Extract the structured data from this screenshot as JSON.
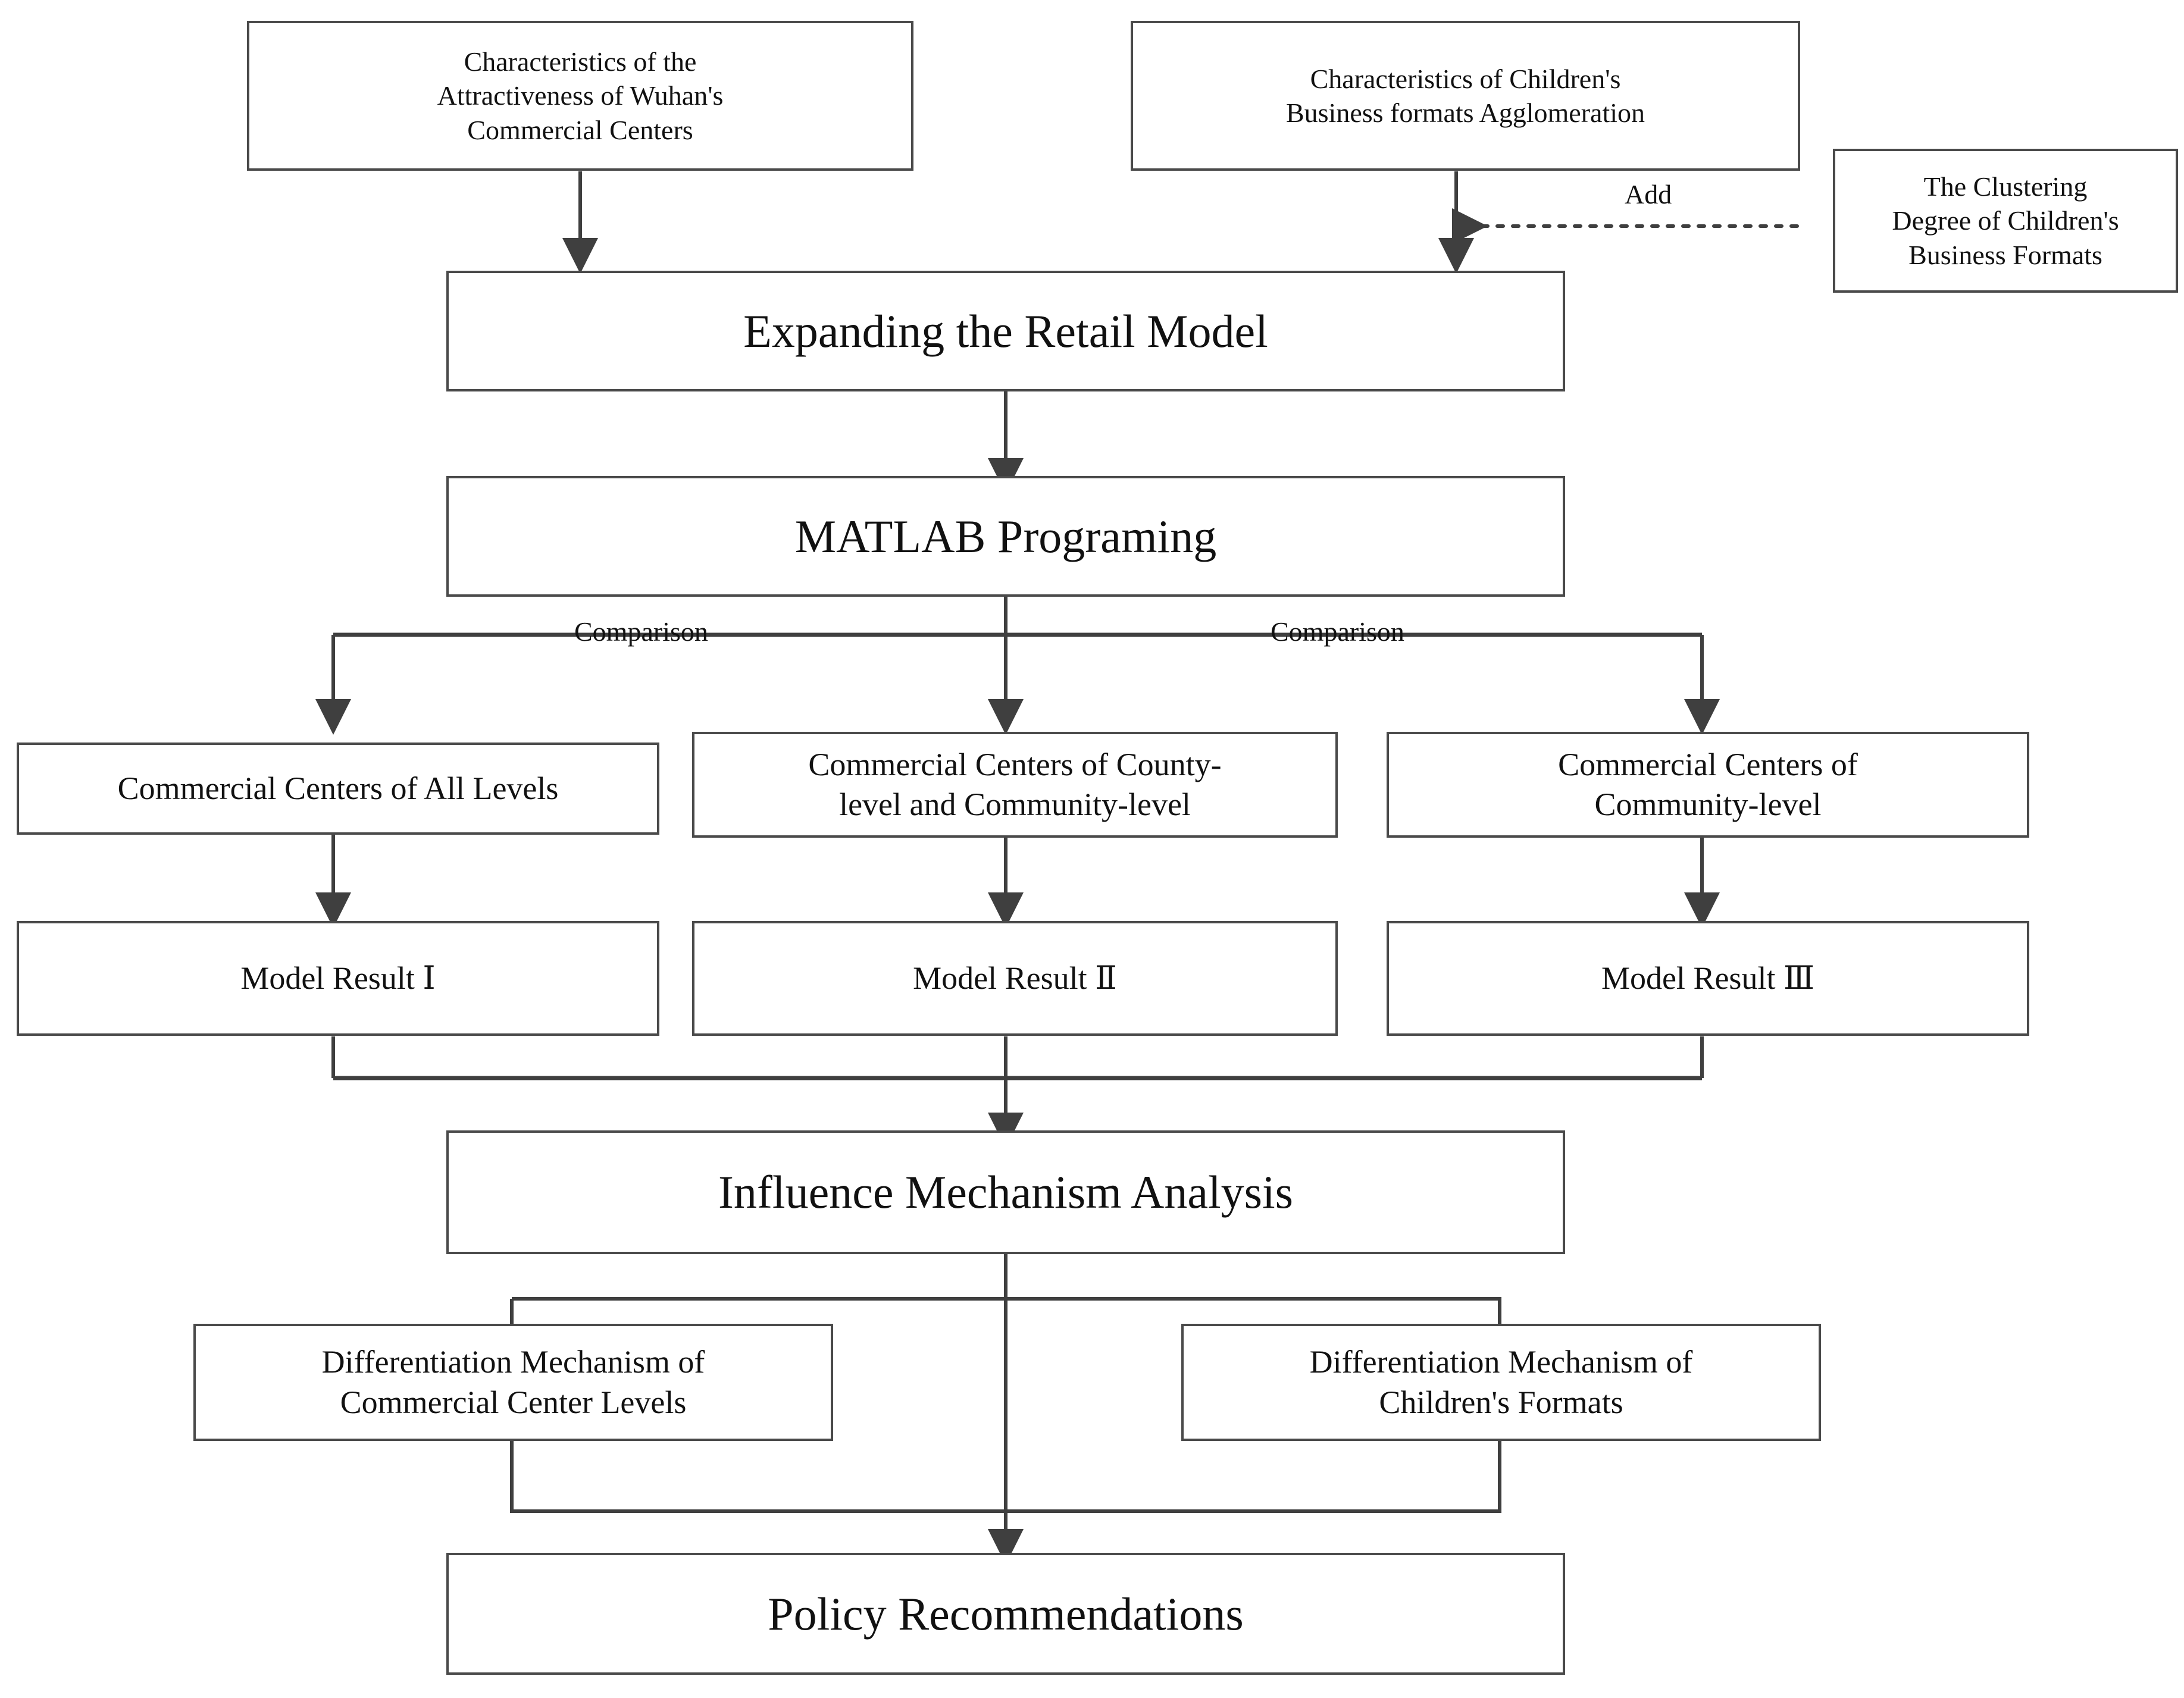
{
  "diagram": {
    "title": "Research Framework Flowchart",
    "stroke_color": "#4a4a4a",
    "text_color": "#111111",
    "background": "#ffffff"
  },
  "nodes": {
    "characteristics_attractiveness": "Characteristics of the\nAttractiveness of Wuhan's\nCommercial Centers",
    "characteristics_children_formats": "Characteristics of Children's\nBusiness formats Agglomeration",
    "clustering_degree": "The Clustering\nDegree of Children's\nBusiness Formats",
    "expanding_retail_model": "Expanding  the Retail Model",
    "matlab_programing": "MATLAB Programing",
    "centers_all_levels": "Commercial Centers of All Levels",
    "centers_county_community": "Commercial Centers of County-\nlevel and Community-level",
    "centers_community": "Commercial Centers of\nCommunity-level",
    "model_result_1": "Model Result  Ⅰ",
    "model_result_2": "Model Result  Ⅱ",
    "model_result_3": "Model Result Ⅲ",
    "influence_mechanism_analysis": "Influence Mechanism Analysis",
    "diff_mechanism_center_levels": "Differentiation Mechanism of\nCommercial Center Levels",
    "diff_mechanism_children_formats": "Differentiation Mechanism of\nChildren's Formats",
    "policy_recommendations": "Policy Recommendations"
  },
  "edge_labels": {
    "add": "Add",
    "comparison_left": "Comparison",
    "comparison_right": "Comparison"
  }
}
